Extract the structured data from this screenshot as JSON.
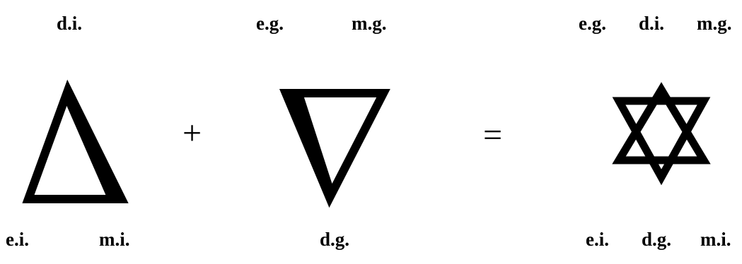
{
  "colors": {
    "ink": "#000000",
    "background": "#ffffff"
  },
  "up_triangle": {
    "icon": "delta-up-triangle-icon",
    "top_label": "d.i.",
    "bottom_left_label": "e.i.",
    "bottom_right_label": "m.i."
  },
  "plus_operator": "+",
  "down_triangle": {
    "icon": "nabla-down-triangle-icon",
    "top_left_label": "e.g.",
    "top_right_label": "m.g.",
    "bottom_label": "d.g."
  },
  "equals_operator": "=",
  "hexagram": {
    "icon": "star-of-david-icon",
    "top_labels": [
      "e.g.",
      "d.i.",
      "m.g."
    ],
    "bottom_labels": [
      "e.i.",
      "d.g.",
      "m.i."
    ]
  }
}
